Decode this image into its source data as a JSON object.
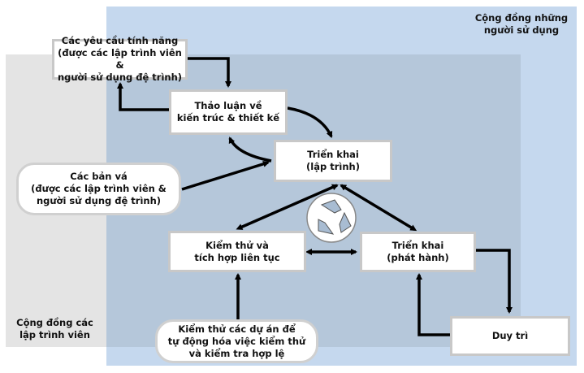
{
  "regions": {
    "users_community": "Cộng đồng những\nngười sử dụng",
    "developers_community": "Cộng đồng các\nlập trình viên"
  },
  "nodes": {
    "feature_requests": "Các yêu cầu tính năng\n(được các lập trình viên &\nngười sử dụng đệ trình)",
    "design_discussion": "Thảo luận về\nkiến trúc & thiết kế",
    "implementation_coding": "Triển khai\n(lập trình)",
    "patches": "Các bản vá\n(được các lập trình viên &\nngười sử dụng đệ trình)",
    "testing_ci": "Kiểm thử và\ntích hợp liên tục",
    "release": "Triển khai\n(phát hành)",
    "maintenance": "Duy trì",
    "test_projects": "Kiểm thử các dự án để\ntự động hóa việc kiểm thử\nvà kiểm tra hợp lệ"
  },
  "colors": {
    "users_bg": "#c5d8ee",
    "devs_bg": "#e4e4e4",
    "overlap_bg": "#b5c7da"
  },
  "icons": {
    "center": "recycle-icon"
  }
}
